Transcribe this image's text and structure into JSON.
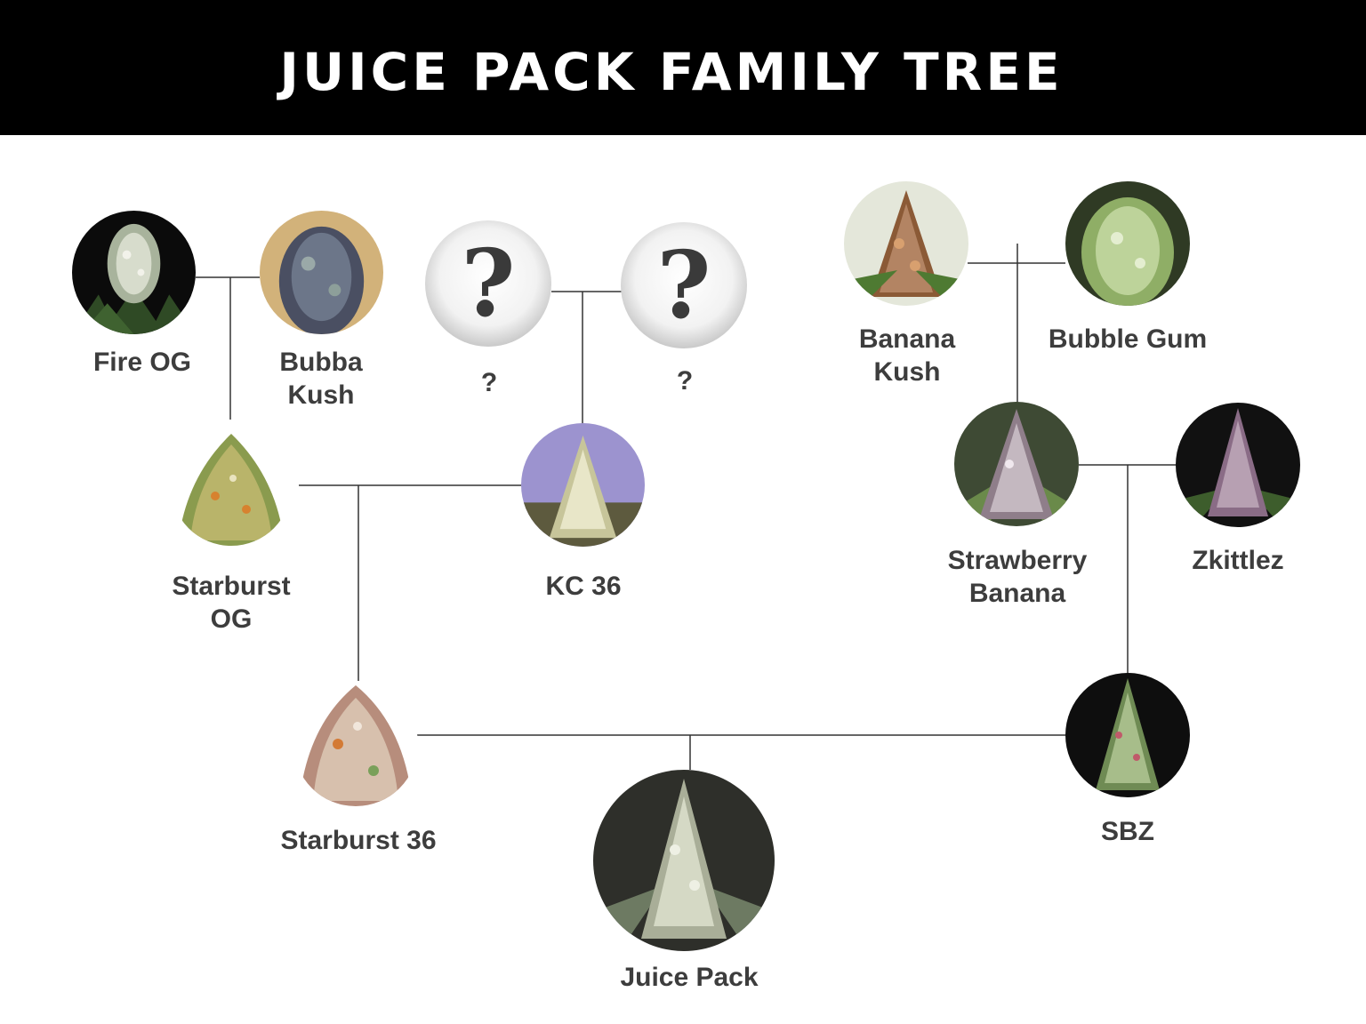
{
  "title": "JUICE PACK FAMILY TREE",
  "colors": {
    "header_bg": "#000000",
    "title_text": "#ffffff",
    "label_text": "#3d3d3d",
    "connector": "#333333",
    "page_bg": "#ffffff"
  },
  "strains": {
    "fire_og": "Fire OG",
    "bubba_kush": "Bubba\nKush",
    "unknown_1": "?",
    "unknown_2": "?",
    "banana_kush": "Banana\nKush",
    "bubble_gum": "Bubble Gum",
    "starburst_og": "Starburst\nOG",
    "kc_36": "KC 36",
    "strawberry_banana": "Strawberry\nBanana",
    "zkittlez": "Zkittlez",
    "starburst_36": "Starburst 36",
    "sbz": "SBZ",
    "juice_pack": "Juice Pack"
  },
  "images": {
    "fire_og": "cannabis-bud-photo",
    "bubba_kush": "cannabis-bud-photo",
    "unknown_1": "question-mark-icon",
    "unknown_2": "question-mark-icon",
    "banana_kush": "cannabis-bud-photo",
    "bubble_gum": "cannabis-bud-photo",
    "starburst_og": "cannabis-bud-photo",
    "kc_36": "cannabis-bud-photo",
    "strawberry_banana": "cannabis-bud-photo",
    "zkittlez": "cannabis-bud-photo",
    "starburst_36": "cannabis-bud-photo",
    "sbz": "cannabis-bud-photo",
    "juice_pack": "cannabis-bud-photo"
  },
  "lineage": [
    {
      "parents": [
        "Fire OG",
        "Bubba Kush"
      ],
      "child": "Starburst OG"
    },
    {
      "parents": [
        "?",
        "?"
      ],
      "child": "KC 36"
    },
    {
      "parents": [
        "Banana Kush",
        "Bubble Gum"
      ],
      "child": "Strawberry Banana"
    },
    {
      "parents": [
        "Starburst OG",
        "KC 36"
      ],
      "child": "Starburst 36"
    },
    {
      "parents": [
        "Strawberry Banana",
        "Zkittlez"
      ],
      "child": "SBZ"
    },
    {
      "parents": [
        "Starburst 36",
        "SBZ"
      ],
      "child": "Juice Pack"
    }
  ]
}
